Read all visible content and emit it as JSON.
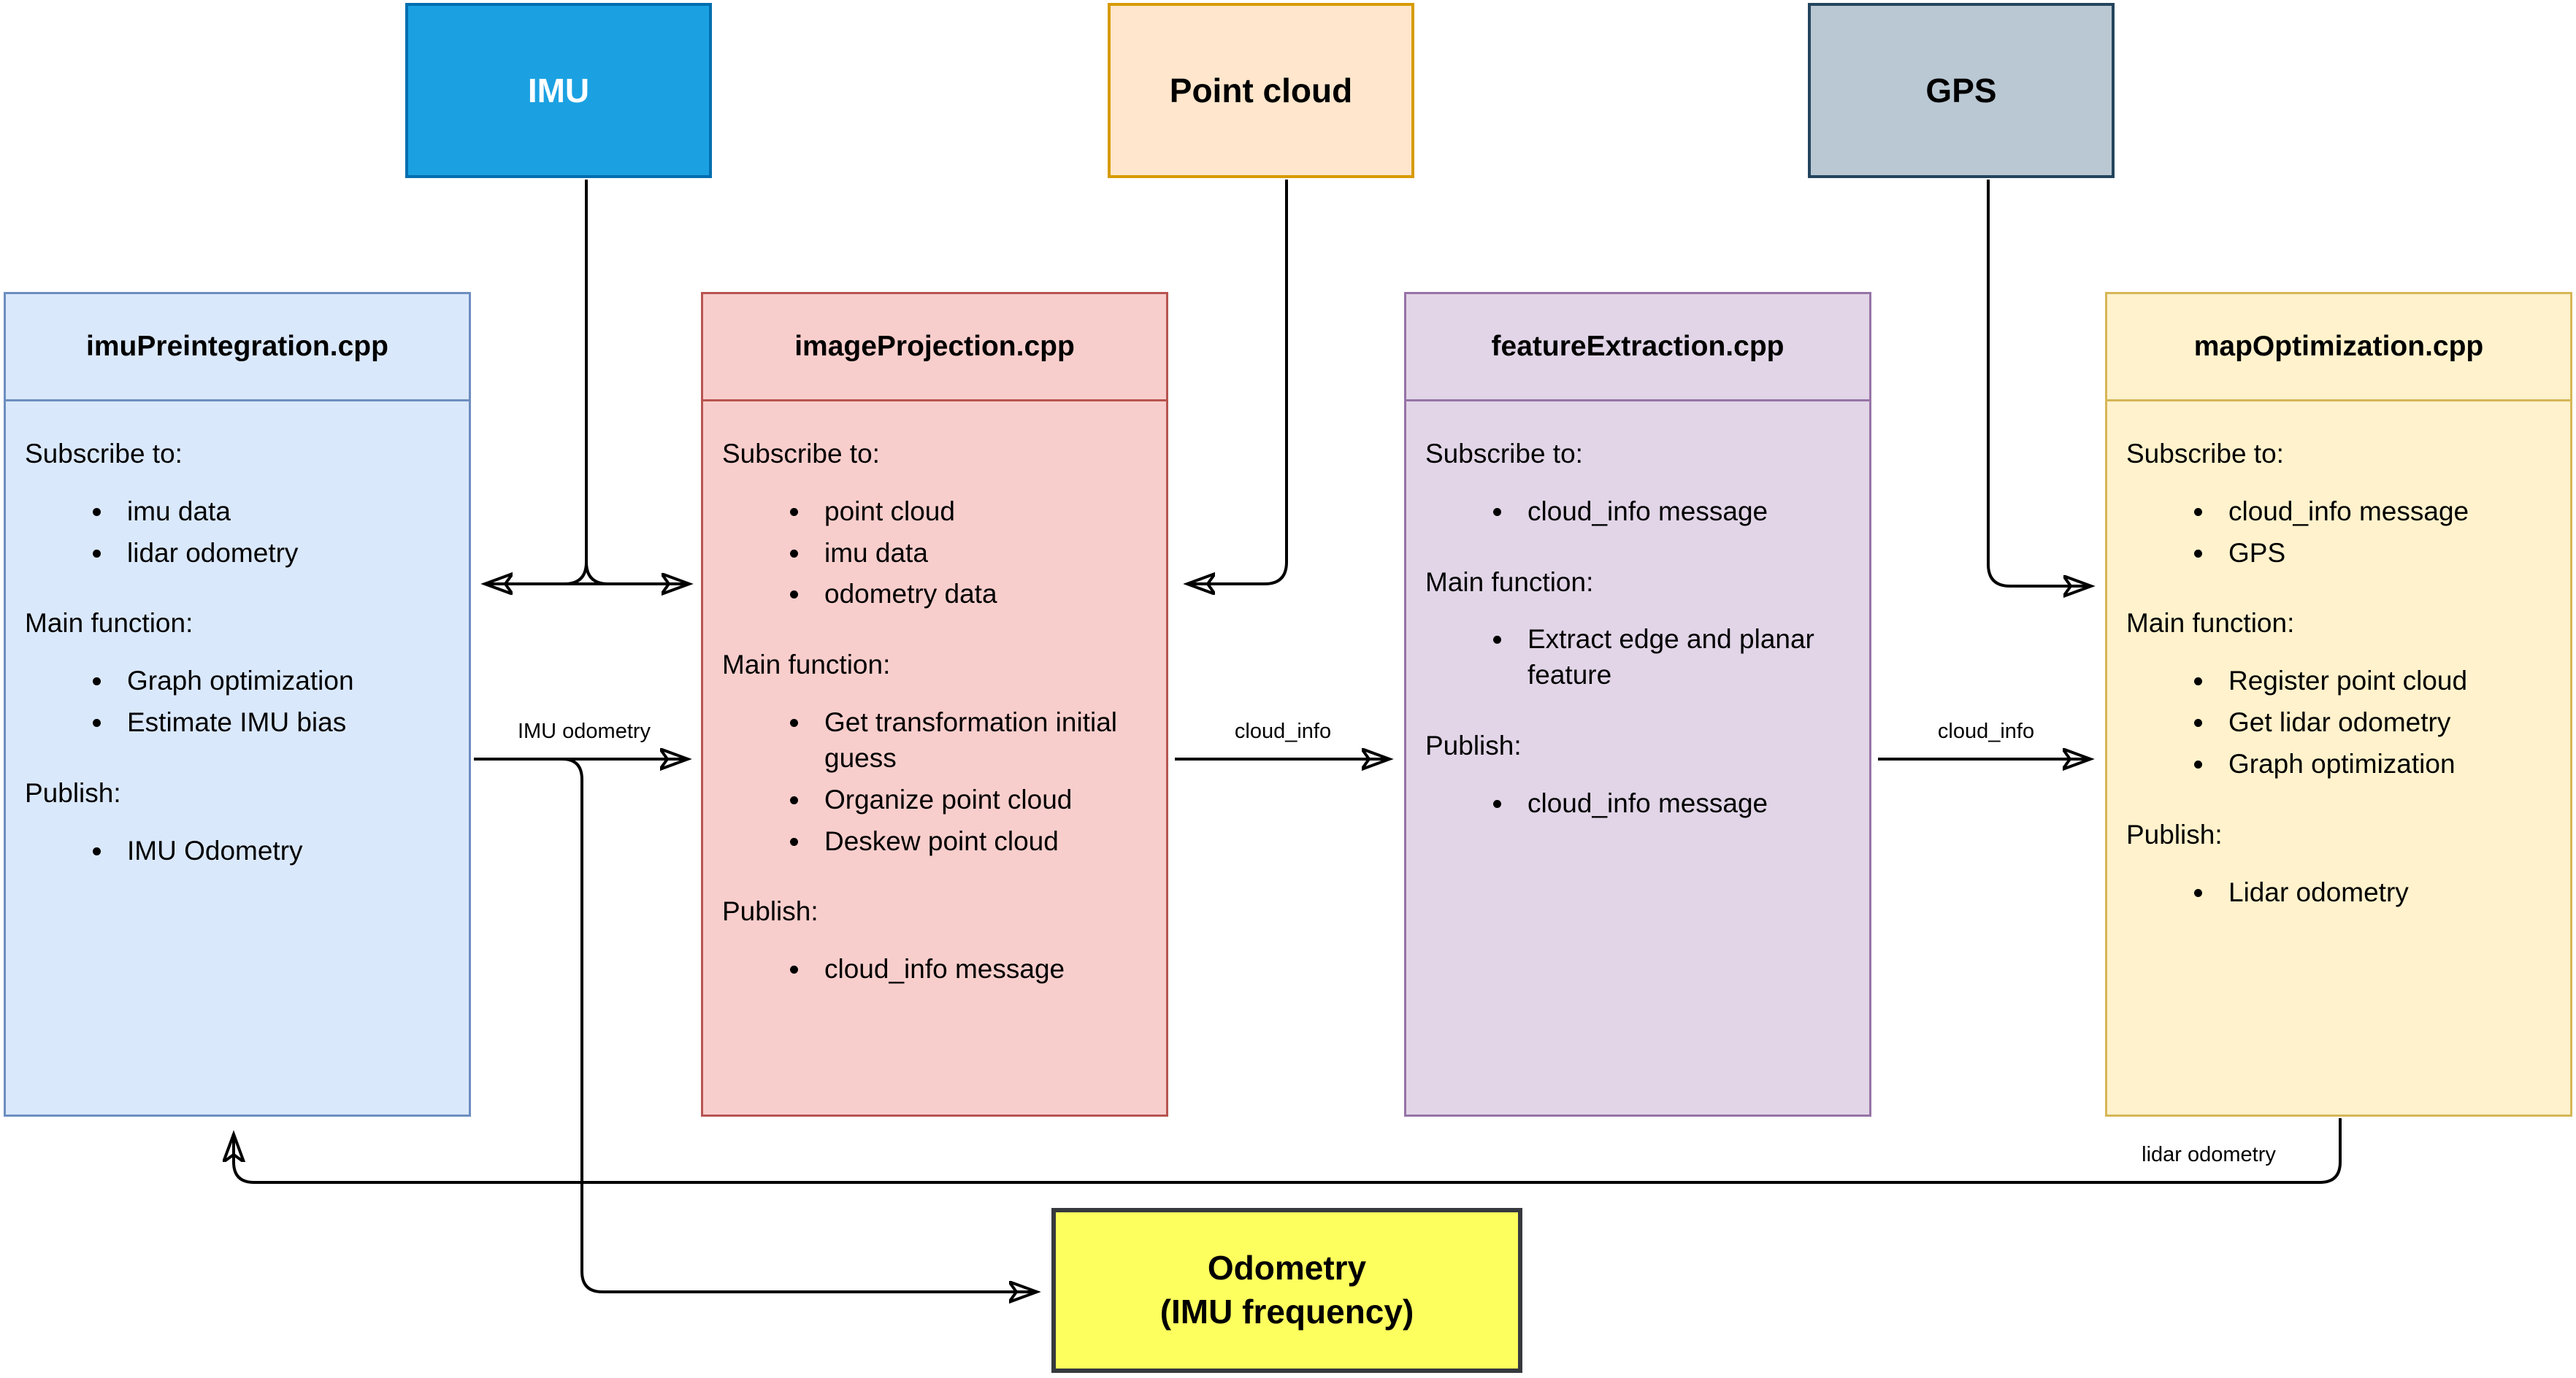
{
  "diagram": {
    "inputs": [
      {
        "label": "IMU",
        "fill": "#1ba1e2",
        "stroke": "#006eaf",
        "text_color": "#ffffff"
      },
      {
        "label": "Point cloud",
        "fill": "#ffe6cc",
        "stroke": "#d79b00",
        "text_color": "#000000"
      },
      {
        "label": "GPS",
        "fill": "#bac8d3",
        "stroke": "#23445d",
        "text_color": "#000000"
      }
    ],
    "modules": [
      {
        "title": "imuPreintegration.cpp",
        "fill": "#dae8fc",
        "stroke": "#6c8ebf",
        "sections": [
          {
            "label": "Subscribe to:",
            "items": [
              "imu data",
              "lidar odometry"
            ]
          },
          {
            "label": "Main function:",
            "items": [
              "Graph optimization",
              "Estimate IMU bias"
            ]
          },
          {
            "label": "Publish:",
            "items": [
              "IMU Odometry"
            ]
          }
        ]
      },
      {
        "title": "imageProjection.cpp",
        "fill": "#f8cecc",
        "stroke": "#b85450",
        "sections": [
          {
            "label": "Subscribe to:",
            "items": [
              "point cloud",
              "imu data",
              "odometry data"
            ]
          },
          {
            "label": "Main function:",
            "items": [
              "Get transformation initial guess",
              "Organize point cloud",
              "Deskew point cloud"
            ]
          },
          {
            "label": "Publish:",
            "items": [
              "cloud_info message"
            ]
          }
        ]
      },
      {
        "title": "featureExtraction.cpp",
        "fill": "#e1d5e7",
        "stroke": "#9673a6",
        "sections": [
          {
            "label": "Subscribe to:",
            "items": [
              "cloud_info message"
            ]
          },
          {
            "label": "Main function:",
            "items": [
              "Extract edge and planar feature"
            ]
          },
          {
            "label": "Publish:",
            "items": [
              "cloud_info message"
            ]
          }
        ]
      },
      {
        "title": "mapOptimization.cpp",
        "fill": "#fff2cc",
        "stroke": "#d6b656",
        "sections": [
          {
            "label": "Subscribe to:",
            "items": [
              "cloud_info message",
              "GPS"
            ]
          },
          {
            "label": "Main function:",
            "items": [
              "Register point cloud",
              "Get lidar odometry",
              "Graph optimization"
            ]
          },
          {
            "label": "Publish:",
            "items": [
              "Lidar odometry"
            ]
          }
        ]
      }
    ],
    "output": {
      "line1": "Odometry",
      "line2": "(IMU frequency)",
      "fill": "#fdff5e",
      "stroke": "#36393d"
    },
    "edge_labels": {
      "imu_odometry": "IMU odometry",
      "cloud_info_1": "cloud_info",
      "cloud_info_2": "cloud_info",
      "lidar_odometry": "lidar odometry"
    },
    "edge_color": "#000000"
  }
}
